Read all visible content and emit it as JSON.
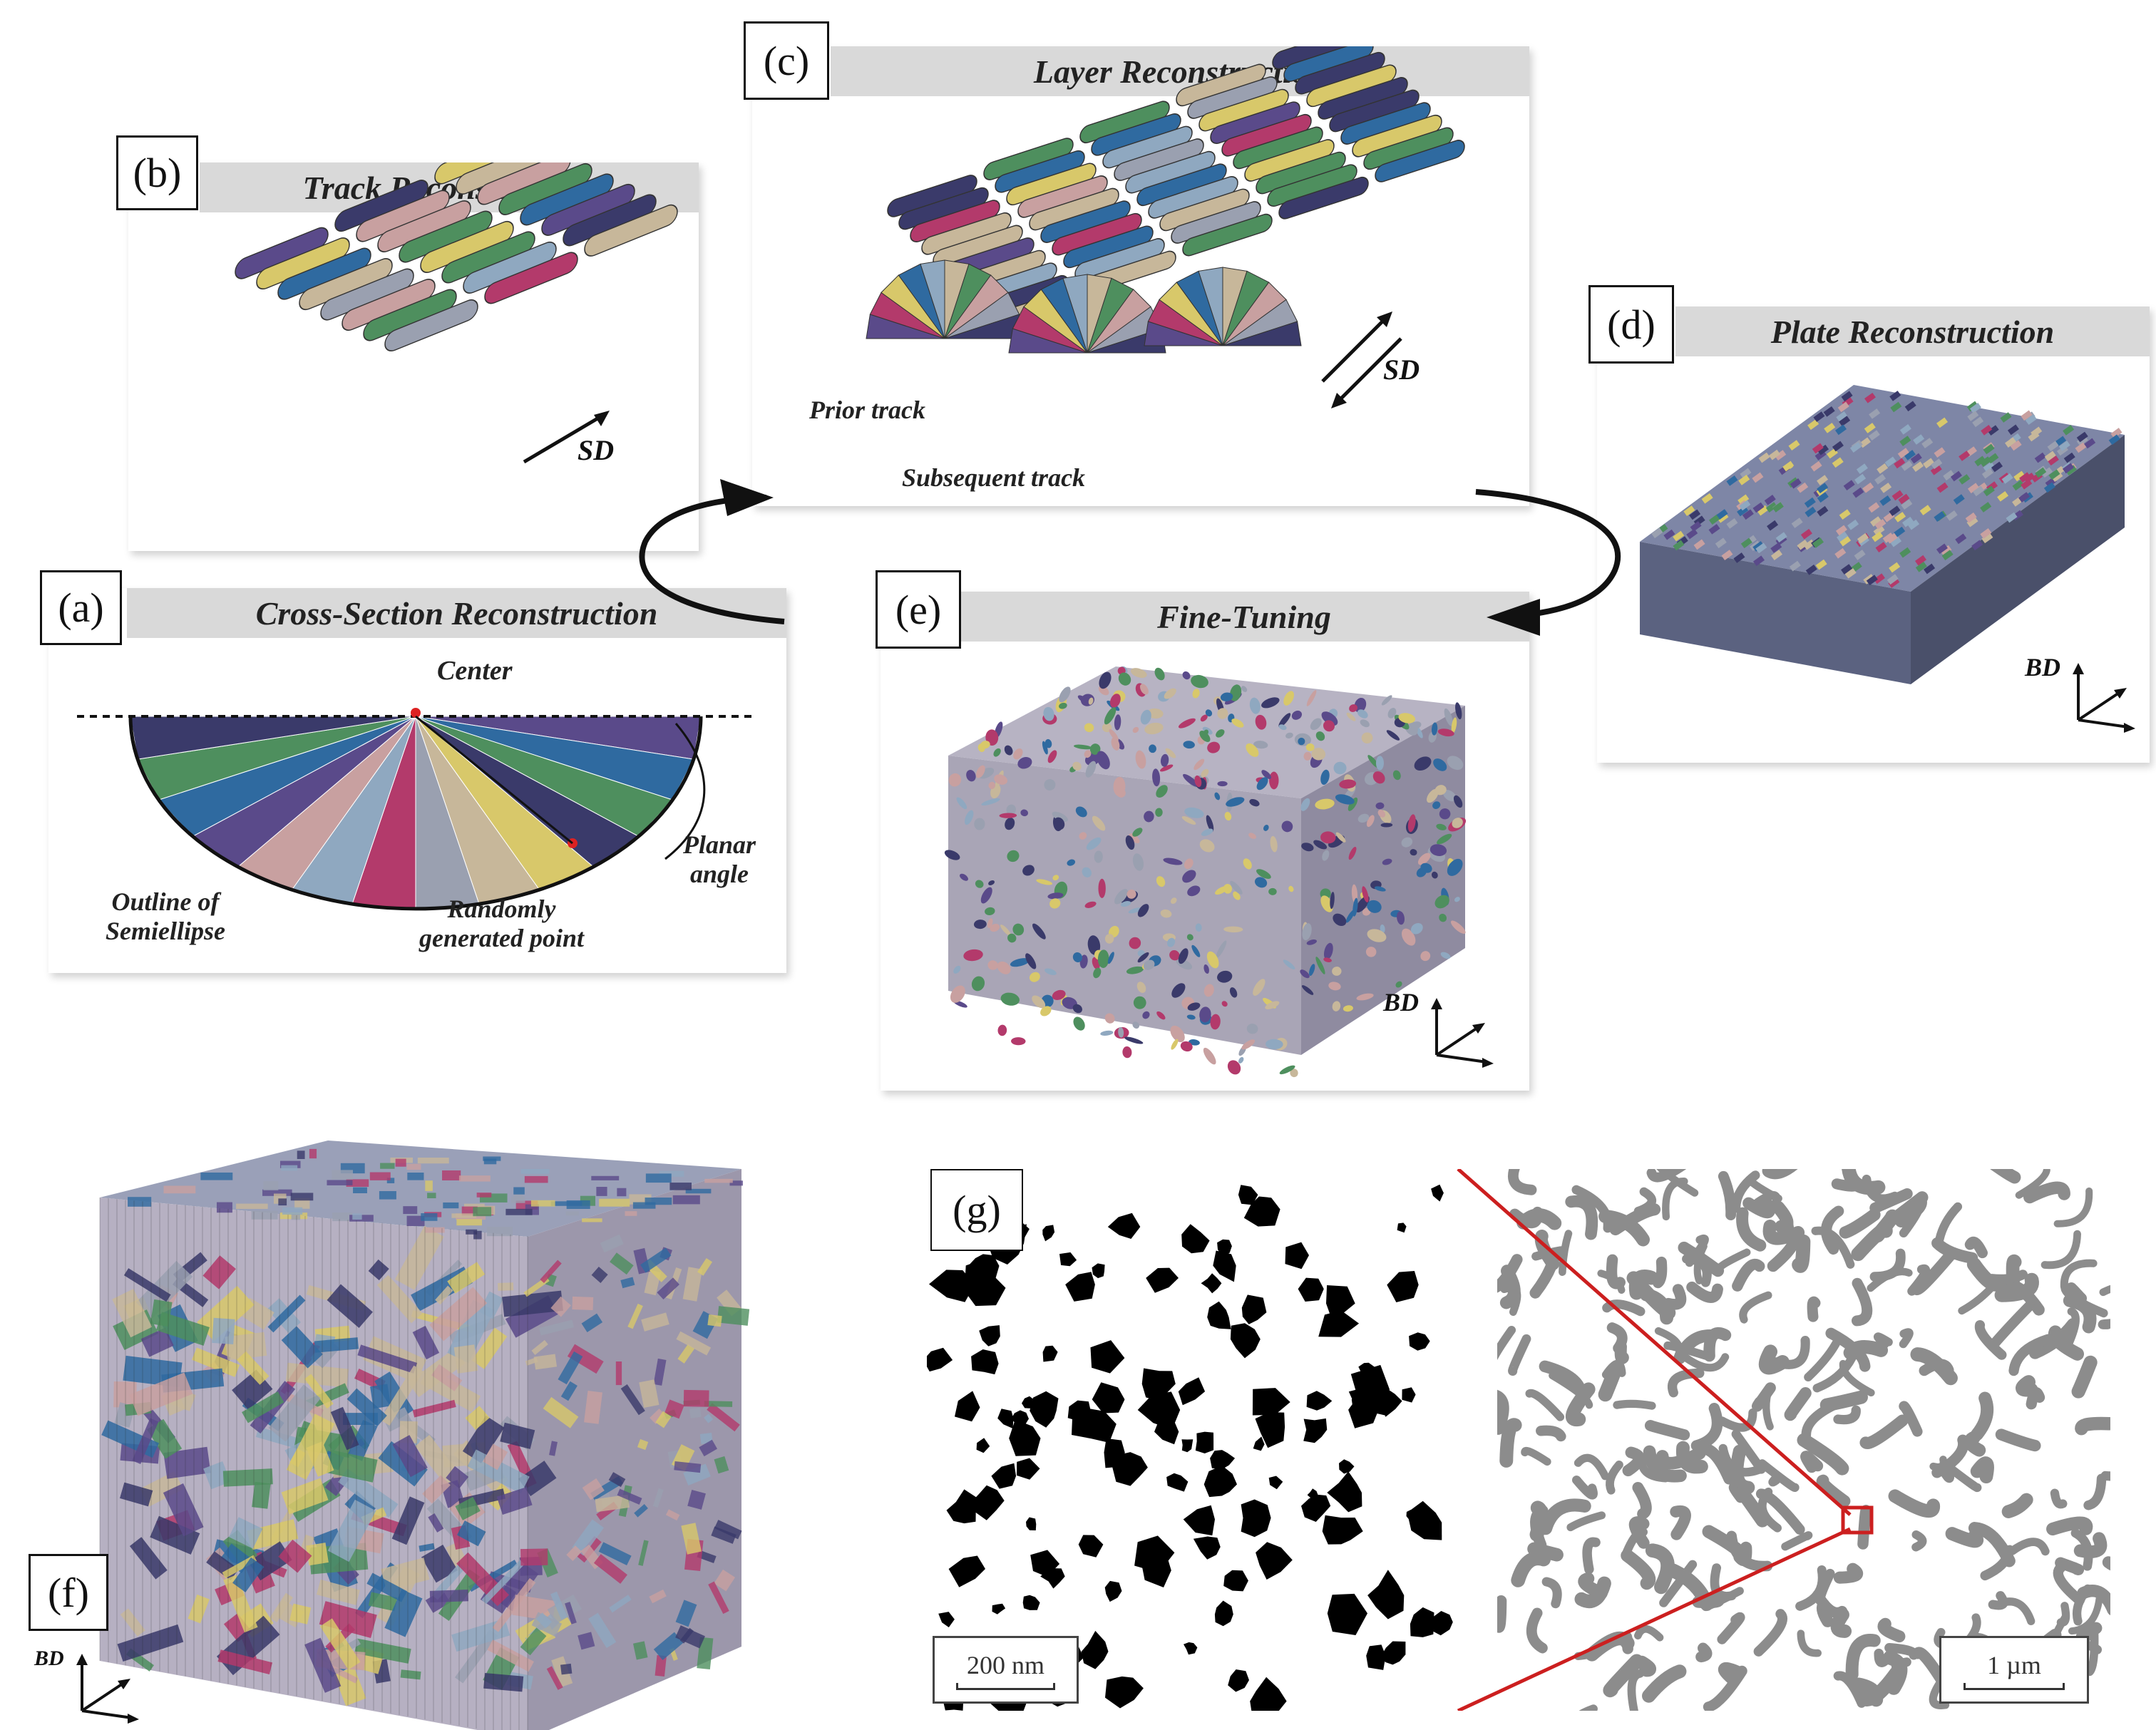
{
  "panels": {
    "a": {
      "label": "(a)",
      "title": "Cross-Section Reconstruction",
      "annotations": {
        "center": "Center",
        "outline": "Outline of\nSemiellipse",
        "random_point": "Randomly\ngenerated point",
        "planar_angle": "Planar\nangle"
      }
    },
    "b": {
      "label": "(b)",
      "title": "Track Reconstruction",
      "direction": "SD"
    },
    "c": {
      "label": "(c)",
      "title": "Layer Reconstruction",
      "direction": "SD",
      "annotations": {
        "prior": "Prior track",
        "subsequent": "Subsequent track"
      }
    },
    "d": {
      "label": "(d)",
      "title": "Plate Reconstruction",
      "axis": "BD"
    },
    "e": {
      "label": "(e)",
      "title": "Fine-Tuning",
      "axis": "BD"
    },
    "f": {
      "label": "(f)",
      "axis": "BD"
    },
    "g": {
      "label": "(g)",
      "scale_left": "200 nm",
      "scale_right": "1 µm"
    }
  },
  "colors": {
    "title_bar": "#d9d9d9",
    "grain_palette": [
      "#5a4a8a",
      "#b33a6b",
      "#d8c86a",
      "#2f6aa0",
      "#8fa8c0",
      "#c7b79a",
      "#4e8f5e",
      "#c8a0a0",
      "#9aa0b0",
      "#3a3a6a"
    ],
    "link_red": "#cc1f1f",
    "pore_gray": "#8c8c8c"
  }
}
